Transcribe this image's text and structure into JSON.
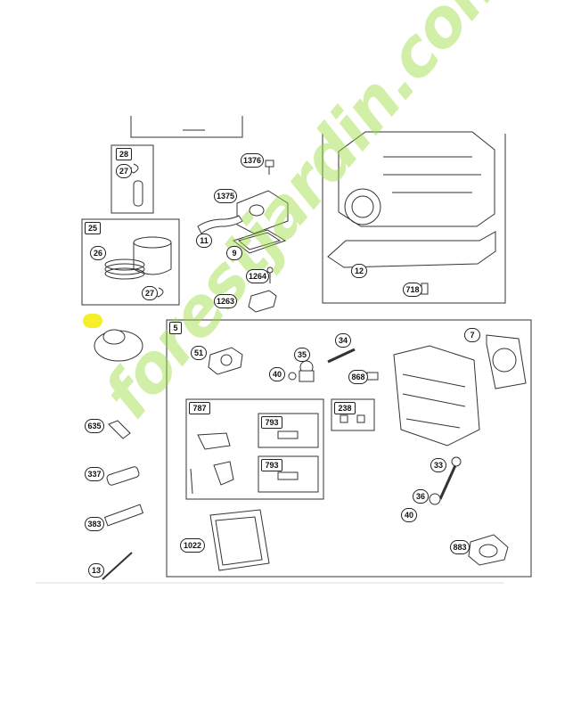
{
  "watermark": "forestjardin.com",
  "parts": [
    {
      "id": "p28",
      "text": "28",
      "kind": "sq"
    },
    {
      "id": "p27a",
      "text": "27",
      "kind": "pill"
    },
    {
      "id": "p1376",
      "text": "1376",
      "kind": "pill"
    },
    {
      "id": "p1375",
      "text": "1375",
      "kind": "pill"
    },
    {
      "id": "p11",
      "text": "11",
      "kind": "pill"
    },
    {
      "id": "p9",
      "text": "9",
      "kind": "pill"
    },
    {
      "id": "p1264",
      "text": "1264",
      "kind": "pill"
    },
    {
      "id": "p1263",
      "text": "1263",
      "kind": "pill"
    },
    {
      "id": "p25",
      "text": "25",
      "kind": "sq"
    },
    {
      "id": "p26",
      "text": "26",
      "kind": "pill"
    },
    {
      "id": "p27b",
      "text": "27",
      "kind": "pill"
    },
    {
      "id": "p12",
      "text": "12",
      "kind": "pill"
    },
    {
      "id": "p718",
      "text": "718",
      "kind": "pill"
    },
    {
      "id": "p5",
      "text": "5",
      "kind": "sq"
    },
    {
      "id": "p51",
      "text": "51",
      "kind": "pill"
    },
    {
      "id": "p35",
      "text": "35",
      "kind": "pill"
    },
    {
      "id": "p34",
      "text": "34",
      "kind": "pill"
    },
    {
      "id": "p7",
      "text": "7",
      "kind": "pill"
    },
    {
      "id": "p40a",
      "text": "40",
      "kind": "pill"
    },
    {
      "id": "p868",
      "text": "868",
      "kind": "pill"
    },
    {
      "id": "p787",
      "text": "787",
      "kind": "sq"
    },
    {
      "id": "p238",
      "text": "238",
      "kind": "sq"
    },
    {
      "id": "p793a",
      "text": "793",
      "kind": "sq"
    },
    {
      "id": "p793b",
      "text": "793",
      "kind": "sq"
    },
    {
      "id": "p635",
      "text": "635",
      "kind": "pill"
    },
    {
      "id": "p337",
      "text": "337",
      "kind": "pill"
    },
    {
      "id": "p383",
      "text": "383",
      "kind": "pill"
    },
    {
      "id": "p13",
      "text": "13",
      "kind": "pill"
    },
    {
      "id": "p33",
      "text": "33",
      "kind": "pill"
    },
    {
      "id": "p36",
      "text": "36",
      "kind": "pill"
    },
    {
      "id": "p40b",
      "text": "40",
      "kind": "pill"
    },
    {
      "id": "p1022",
      "text": "1022",
      "kind": "pill"
    },
    {
      "id": "p883",
      "text": "883",
      "kind": "pill"
    }
  ]
}
